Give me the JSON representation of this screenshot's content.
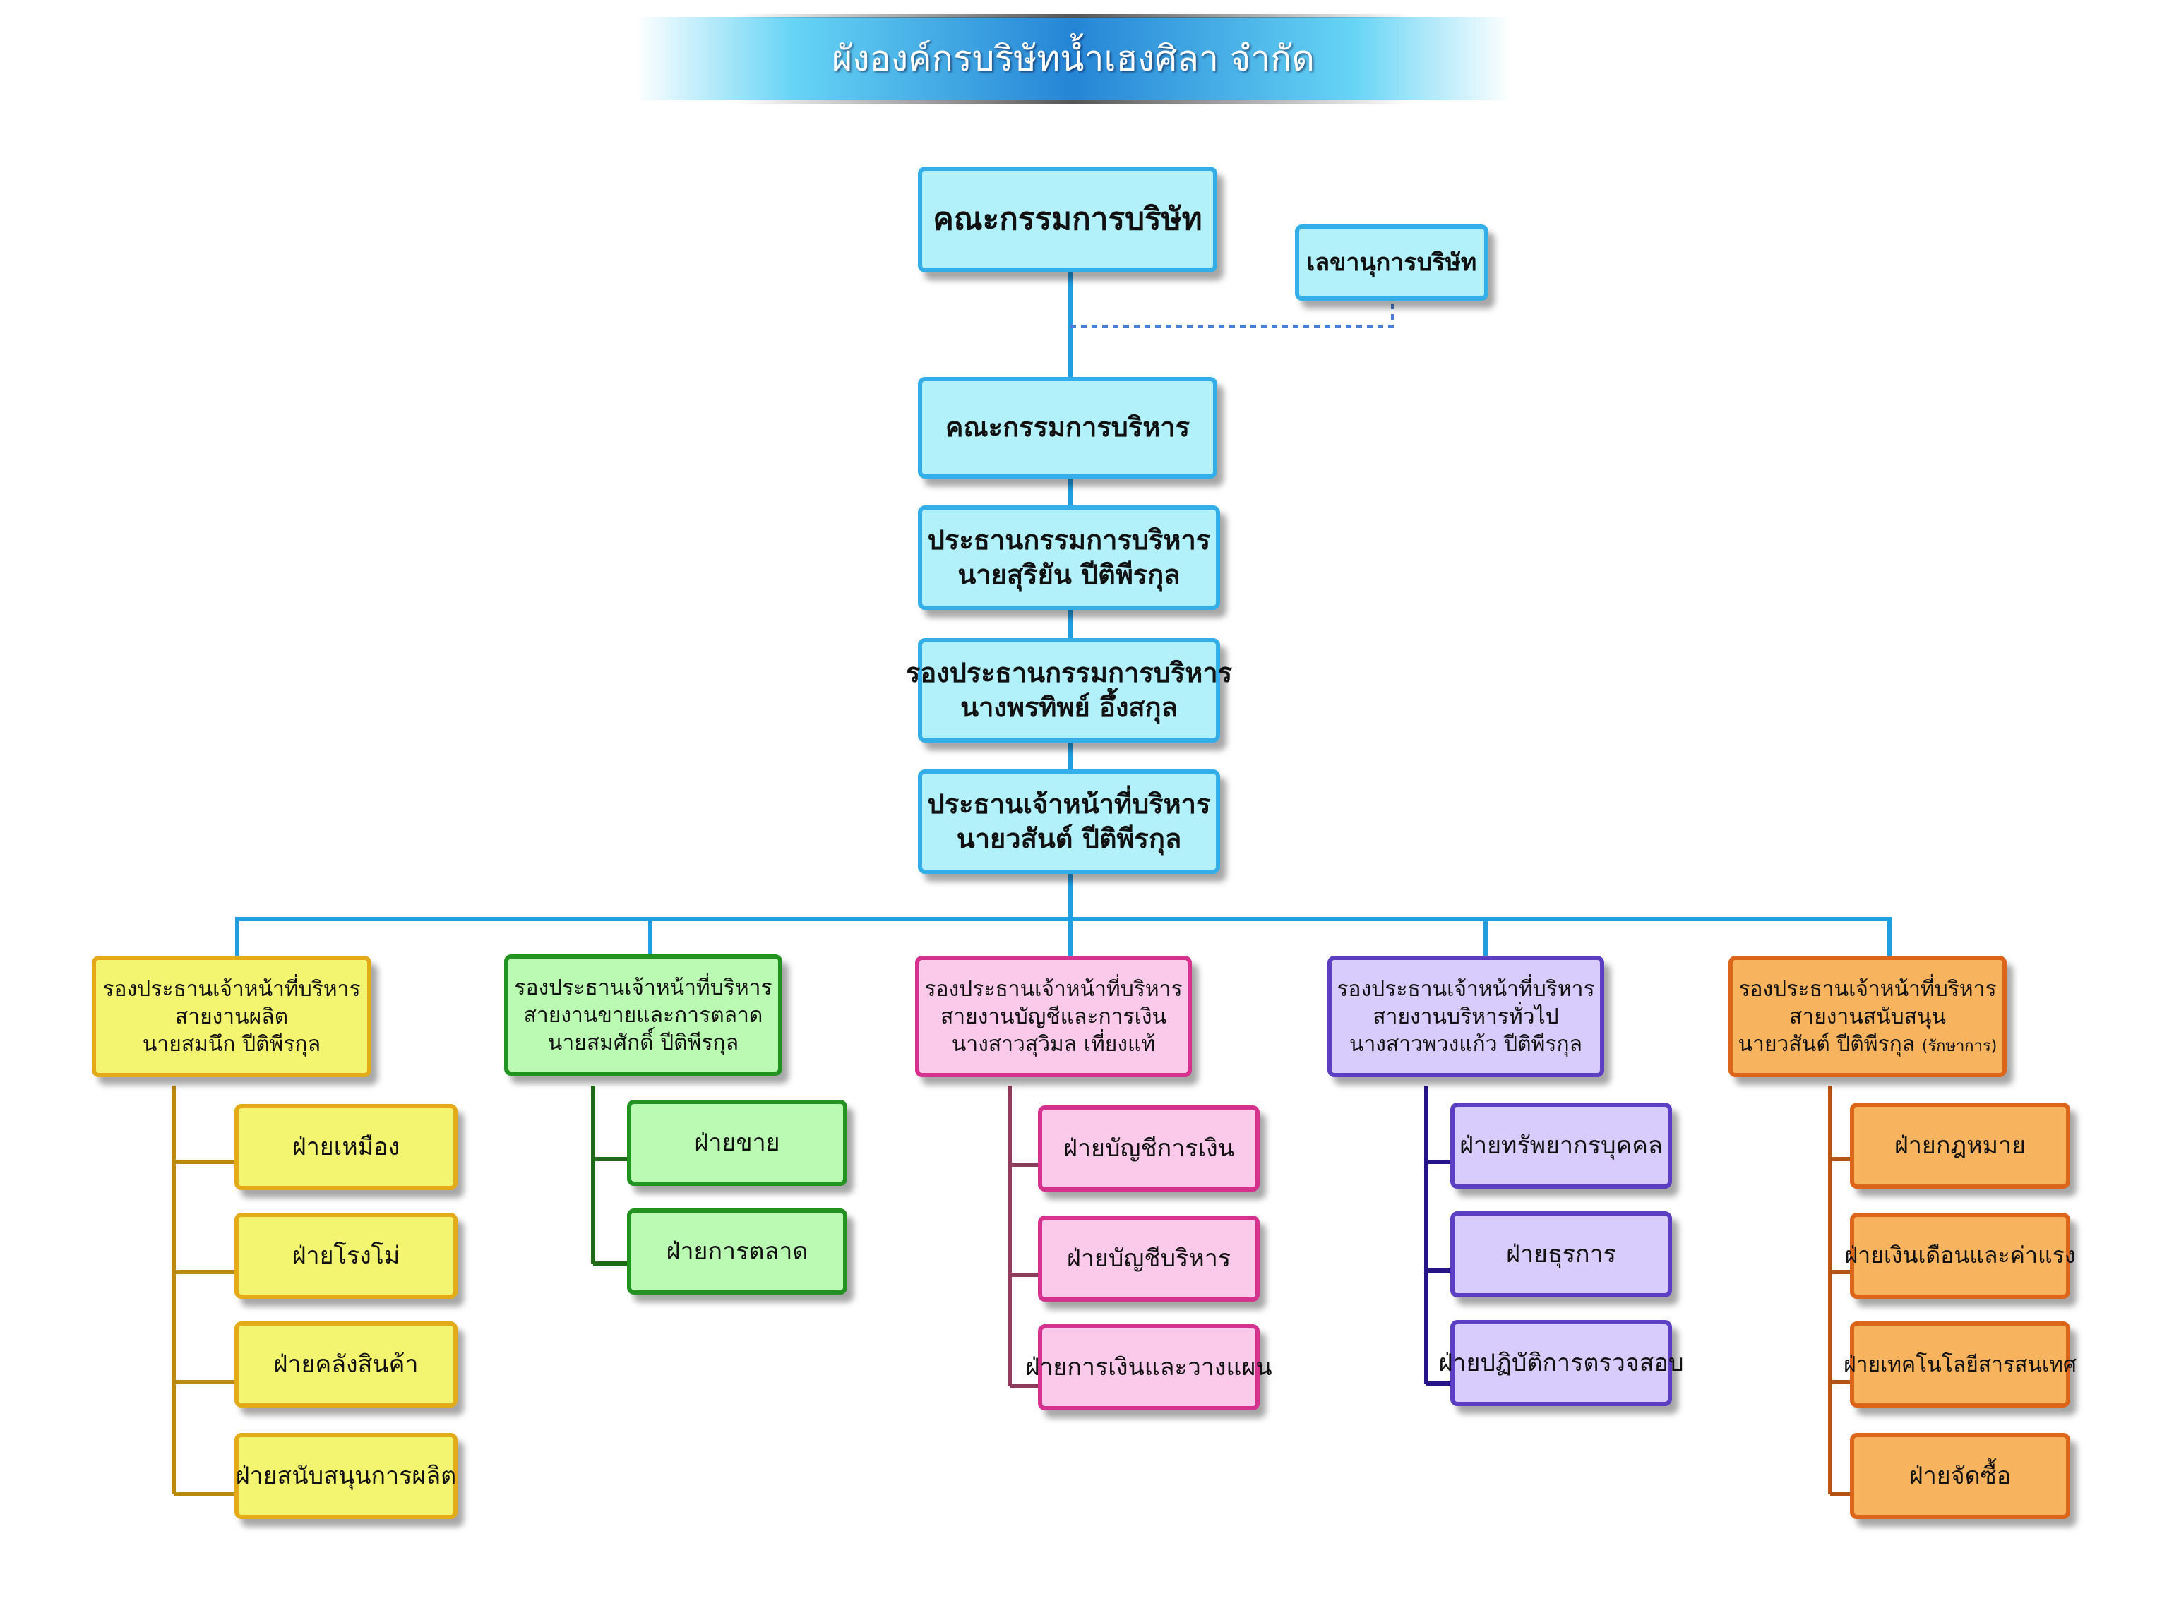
{
  "title": "ผังองค์กรบริษัทน้ำเฮงศิลา จำกัด",
  "board": "คณะกรรมการบริษัท",
  "secretary": "เลขานุการบริษัท",
  "executive_committee": "คณะกรรมการบริหาร",
  "chairman": {
    "line1": "ประธานกรรมการบริหาร",
    "line2": "นายสุริยัน  ปีติพีรกุล"
  },
  "vice_chairman": {
    "line1": "รองประธานกรรมการบริหาร",
    "line2": "นางพรทิพย์  อึ้งสกุล"
  },
  "ceo": {
    "line1": "ประธานเจ้าหน้าที่บริหาร",
    "line2": "นายวสันต์  ปีติพีรกุล"
  },
  "divisions": [
    {
      "line1": "รองประธานเจ้าหน้าที่บริหาร",
      "line2": "สายงานผลิต",
      "line3": "นายสมนึก ปีติพีรกุล",
      "line3_note": "",
      "color_fill": "#f3f571",
      "color_border": "#e4ab18",
      "color_line": "#b98a0e",
      "units": [
        "ฝ่ายเหมือง",
        "ฝ่ายโรงโม่",
        "ฝ่ายคลังสินค้า",
        "ฝ่ายสนับสนุนการผลิต"
      ]
    },
    {
      "line1": "รองประธานเจ้าหน้าที่บริหาร",
      "line2": "สายงานขายและการตลาด",
      "line3": "นายสมศักดิ์ ปีติพีรกุล",
      "line3_note": "",
      "color_fill": "#bbfab2",
      "color_border": "#229320",
      "color_line": "#1e6a16",
      "units": [
        "ฝ่ายขาย",
        "ฝ่ายการตลาด"
      ]
    },
    {
      "line1": "รองประธานเจ้าหน้าที่บริหาร",
      "line2": "สายงานบัญชีและการเงิน",
      "line3": "นางสาวสุวิมล เที่ยงแท้",
      "line3_note": "",
      "color_fill": "#fbcaeb",
      "color_border": "#d5328f",
      "color_line": "#8e3c5c",
      "units": [
        "ฝ่ายบัญชีการเงิน",
        "ฝ่ายบัญชีบริหาร",
        "ฝ่ายการเงินและวางแผน"
      ]
    },
    {
      "line1": "รองประธานเจ้าหน้าที่บริหาร",
      "line2": "สายงานบริหารทั่วไป",
      "line3": "นางสาวพวงแก้ว ปีติพีรกุล",
      "line3_note": "",
      "color_fill": "#d8ccfc",
      "color_border": "#5b3ec2",
      "color_line": "#24138a",
      "units": [
        "ฝ่ายทรัพยากรบุคคล",
        "ฝ่ายธุรการ",
        "ฝ่ายปฏิบัติการตรวจสอบ"
      ]
    },
    {
      "line1": "รองประธานเจ้าหน้าที่บริหาร",
      "line2": "สายงานสนับสนุน",
      "line3": "นายวสันต์ ปีติพีรกุล",
      "line3_note": "(รักษาการ)",
      "color_fill": "#f7b35e",
      "color_border": "#dd651a",
      "color_line": "#b65214",
      "units": [
        "ฝ่ายกฎหมาย",
        "ฝ่ายเงินเดือนและค่าแรง",
        "ฝ่ายเทคโนโลยีสารสนเทศ",
        "ฝ่ายจัดซื้อ"
      ]
    }
  ]
}
